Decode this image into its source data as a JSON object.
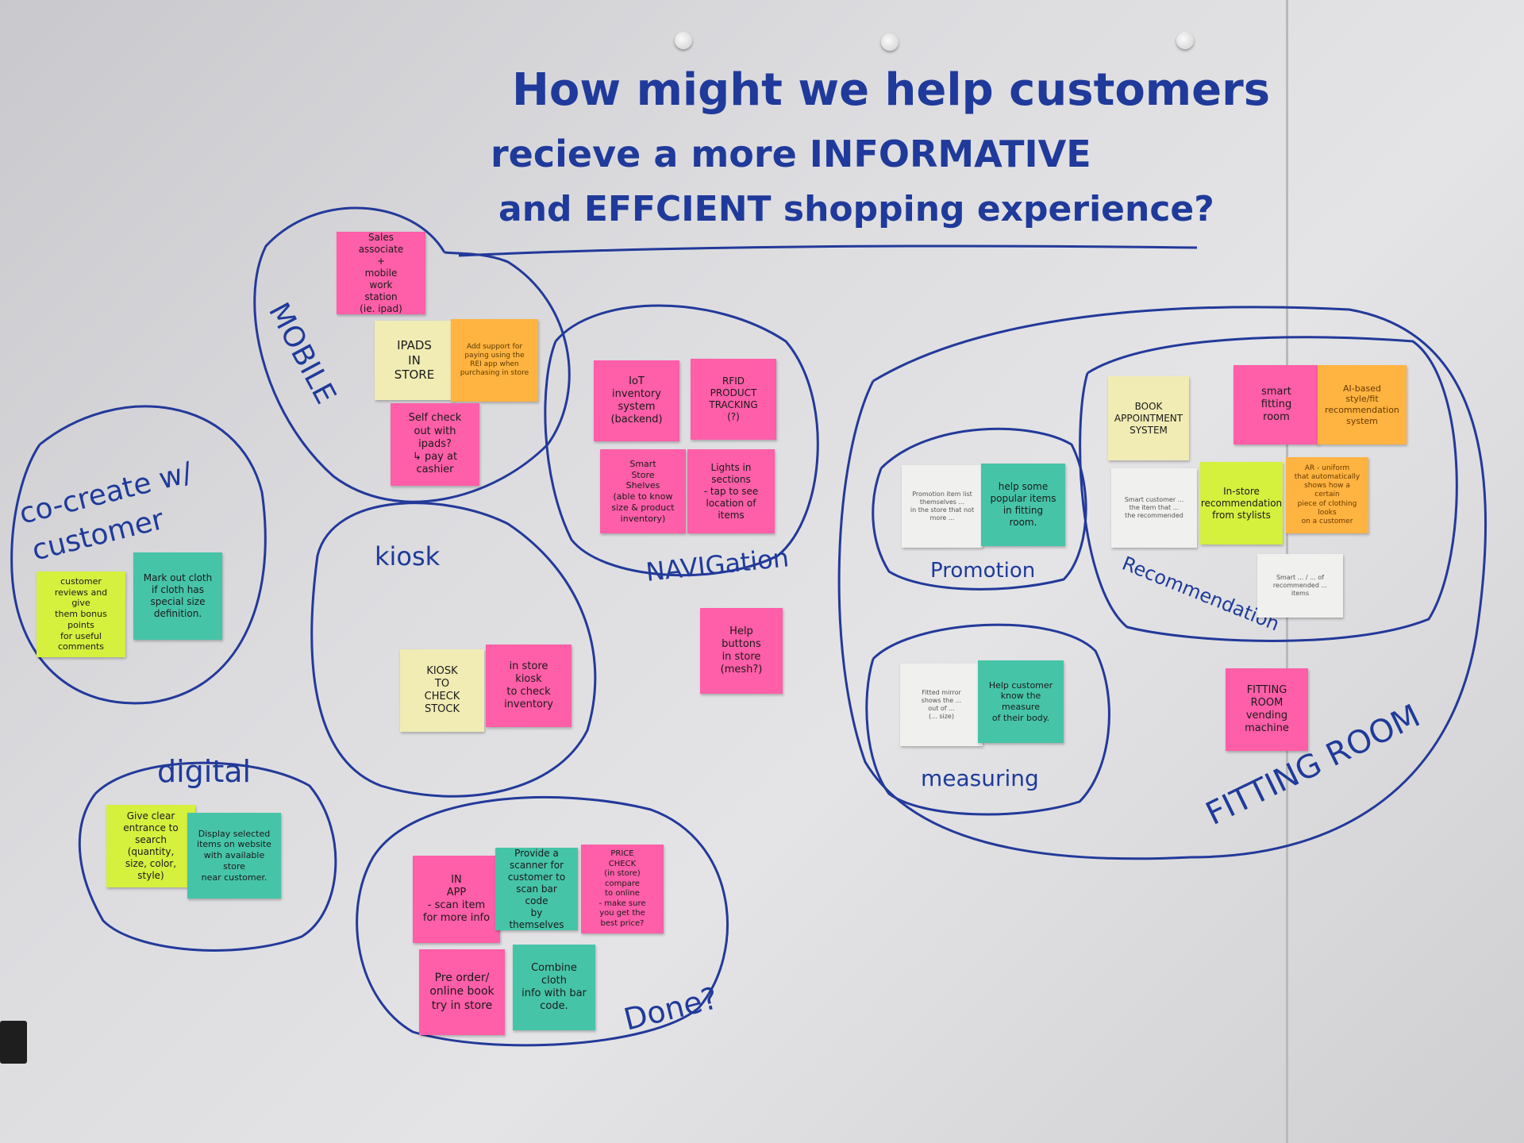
{
  "board": {
    "question": [
      "How might we help customers",
      "recieve a more INFORMATIVE",
      "and EFFCIENT shopping experience?"
    ]
  },
  "clusters": {
    "mobile": "MOBILE",
    "co_create": [
      "co-create w/",
      "customer"
    ],
    "kiosk": "kiosk",
    "navigation": "NAVIGation",
    "digital": "digital",
    "done": "Done?",
    "promotion": "Promotion",
    "recommendation": "Recommendation",
    "measuring": "measuring",
    "fitting_room": "FITTING ROOM"
  },
  "notes": {
    "sales_associate": "Sales\nassociate\n+\nmobile\nwork\nstation\n(ie. ipad)",
    "ipads_in_store": "IPADS\nIN\nSTORE",
    "add_support": "Add support for\npaying using the\nREI app when\npurchasing in store",
    "self_check_out": "Self check\nout with\nipads?\n↳ pay at\ncashier",
    "iot_inventory": "IoT\ninventory\nsystem\n(backend)",
    "rfid_tracking": "RFID\nPRODUCT\nTRACKING\n(?)",
    "smart_shelves": "Smart\nStore\nShelves\n(able to know\nsize & product\ninventory)",
    "lights_in_sections": "Lights in\nsections\n- tap to see\nlocation of items",
    "customer_reviews": "customer\nreviews and give\nthem bonus points\nfor useful comments",
    "mark_out_cloth": "Mark out cloth\nif cloth has\nspecial size\ndefinition.",
    "kiosk_check_stock": "KIOSK\nTO\nCHECK STOCK",
    "in_store_kiosk": "in store\nkiosk\nto check\ninventory",
    "help_buttons": "Help\nbuttons\nin store\n(mesh?)",
    "give_clear_entrance": "Give clear\nentrance to\nsearch (quantity,\nsize, color, style)",
    "display_selected": "Display selected\nitems on website\nwith available store\nnear customer.",
    "in_app_scan": "IN\nAPP\n- scan item\nfor more info",
    "provide_scanner": "Provide a\nscanner for\ncustomer to\nscan bar code\nby themselves",
    "price_check": "PRICE\nCHECK\n(in store)\ncompare\nto online\n- make sure\nyou get the\nbest price?",
    "pre_order": "Pre order/\nonline book\ntry in store",
    "combine_cloth": "Combine cloth\ninfo with bar\ncode.",
    "promotion_white": "Promotion item list\nthemselves ...\nin the store that not\nmore ...",
    "help_popular": "help some\npopular items\nin fitting\nroom.",
    "book_appointment": "BOOK\nAPPOINTMENT\nSYSTEM",
    "smart_fitting": "smart\nfitting\nroom",
    "ai_based": "AI-based\nstyle/fit\nrecommendation\nsystem",
    "recommend_white": "Smart customer ...\nthe item that ...\nthe recommended",
    "in_store_recommendation": "In-store\nrecommendation\nfrom stylists",
    "ai_uniform": "AR - uniform\nthat automatically\nshows how a certain\npiece of clothing looks\non a customer",
    "white_bottom_rec": "Smart ... / ... of\nrecommended ...\nitems",
    "measuring_white": "Fitted mirror\nshows the ...\nout of ...\n(... size)",
    "help_measure": "Help customer\nknow the measure\nof their body.",
    "fitting_vending": "FITTING\nROOM\nvending\nmachine"
  }
}
